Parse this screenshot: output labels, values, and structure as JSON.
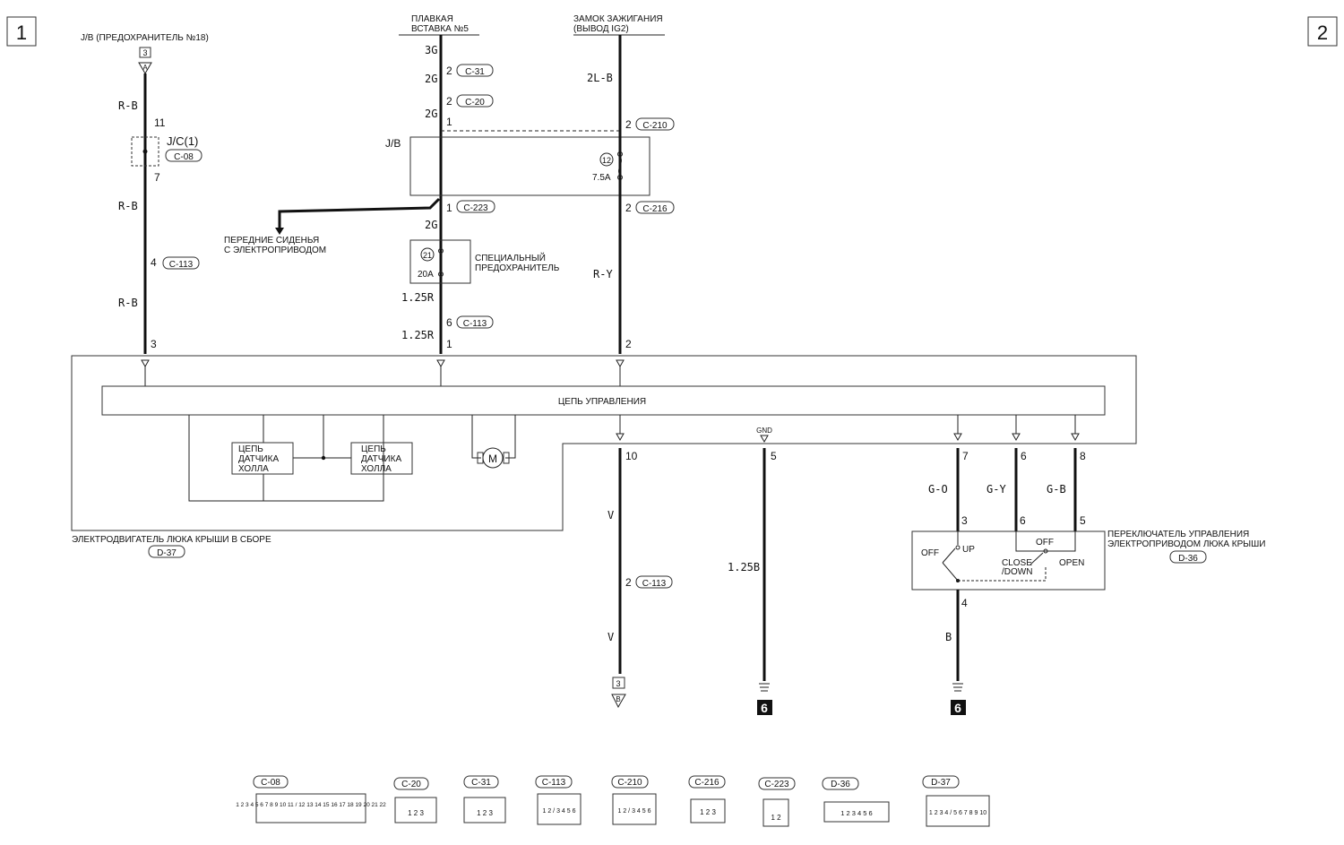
{
  "page_marks": {
    "left": "1",
    "right": "2"
  },
  "sources": {
    "jb_fuse": "J/B (ПРЕДОХРАНИТЕЛЬ №18)",
    "jb_fuse_tag": "3",
    "jb_fuse_letter": "A",
    "fusible_link_1": "ПЛАВКАЯ",
    "fusible_link_2": "ВСТАВКА №5",
    "ignition_1": "ЗАМОК ЗАЖИГАНИЯ",
    "ignition_2": "(ВЫВОД IG2)"
  },
  "wire_colors": {
    "rb1": "R-B",
    "rb2": "R-B",
    "rb3": "R-B",
    "g3": "3G",
    "g2a": "2G",
    "g2b": "2G",
    "g2c": "2G",
    "r125a": "1.25R",
    "r125b": "1.25R",
    "l2b": "2L-B",
    "ry": "R-Y",
    "v1": "V",
    "v2": "V",
    "b125": "1.25B",
    "go": "G-O",
    "gy": "G-Y",
    "gb": "G-B",
    "b": "B"
  },
  "connectors": {
    "c31": "C-31",
    "c20": "C-20",
    "c210": "C-210",
    "c223": "C-223",
    "c216": "C-216",
    "c113a": "C-113",
    "c113b": "C-113",
    "c113c": "C-113",
    "c08": "C-08",
    "d37": "D-37",
    "d36": "D-36"
  },
  "pins": {
    "p11": "11",
    "p7a": "7",
    "p4": "4",
    "p3a": "3",
    "p2a": "2",
    "p2b": "2",
    "p1a": "1",
    "p1b": "1",
    "p6a": "6",
    "p1c": "1",
    "p2c": "2",
    "p2d": "2",
    "p2e": "2",
    "p10": "10",
    "p5a": "5",
    "p7b": "7",
    "p6b": "6",
    "p8": "8",
    "p3b": "3",
    "p6c": "6",
    "p5b": "5",
    "p4b": "4",
    "p2f": "2"
  },
  "jc": "J/C(1)",
  "jb_label": "J/B",
  "fuse12": {
    "num": "12",
    "rating": "7.5A"
  },
  "fuse21": {
    "num": "21",
    "rating": "20A",
    "label_1": "СПЕЦИАЛЬНЫЙ",
    "label_2": "ПРЕДОХРАНИТЕЛЬ"
  },
  "seats_1": "ПЕРЕДНИЕ СИДЕНЬЯ",
  "seats_2": "С ЭЛЕКТРОПРИВОДОМ",
  "control_circuit": "ЦЕПЬ УПРАВЛЕНИЯ",
  "hall_1": {
    "l1": "ЦЕПЬ",
    "l2": "ДАТЧИКА",
    "l3": "ХОЛЛА"
  },
  "hall_2": {
    "l1": "ЦЕПЬ",
    "l2": "ДАТЧИКА",
    "l3": "ХОЛЛА"
  },
  "motor_symbol": "M",
  "gnd": "GND",
  "motor_assembly": "ЭЛЕКТРОДВИГАТЕЛЬ ЛЮКА КРЫШИ В СБОРЕ",
  "switch_1": "ПЕРЕКЛЮЧАТЕЛЬ УПРАВЛЕНИЯ",
  "switch_2": "ЭЛЕКТРОПРИВОДОМ ЛЮКА КРЫШИ",
  "switch_positions": {
    "off1": "OFF",
    "up": "UP",
    "off2": "OFF",
    "close1": "CLOSE",
    "close2": "/DOWN",
    "open": "OPEN"
  },
  "bottom_terminal": {
    "tag": "3",
    "letter": "B"
  },
  "ground_tags": {
    "g1": "6",
    "g2": "6"
  },
  "legend": [
    {
      "name": "C-08",
      "pins": "1 2 3 4 5 6 7 8 9 10 11 / 12 13 14 15 16 17 18 19 20 21 22"
    },
    {
      "name": "C-20",
      "pins": "1 2 3"
    },
    {
      "name": "C-31",
      "pins": "1 2 3"
    },
    {
      "name": "C-113",
      "pins": "1 2 / 3 4 5 6"
    },
    {
      "name": "C-210",
      "pins": "1 2 / 3 4 5 6"
    },
    {
      "name": "C-216",
      "pins": "1 2 3"
    },
    {
      "name": "C-223",
      "pins": "1 2"
    },
    {
      "name": "D-36",
      "pins": "1 2 3 4 5 6"
    },
    {
      "name": "D-37",
      "pins": "1 2 3 4 / 5 6 7 8 9 10"
    }
  ]
}
